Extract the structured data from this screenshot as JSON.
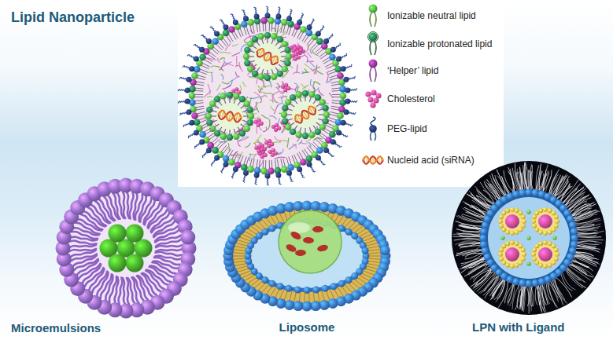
{
  "diagram": {
    "labels": [
      "Lipid Nanoparticle",
      "Microemulsions",
      "Liposome",
      "LPN with Ligand"
    ],
    "legend": [
      {
        "text": "Ionizable neutral lipid"
      },
      {
        "text": "Ionizable protonated lipid"
      },
      {
        "text": "‘Helper’ lipid"
      },
      {
        "text": "Cholesterol"
      },
      {
        "text": "PEG-lipid"
      },
      {
        "text": "Nucleid acid (siRNA)"
      }
    ]
  }
}
